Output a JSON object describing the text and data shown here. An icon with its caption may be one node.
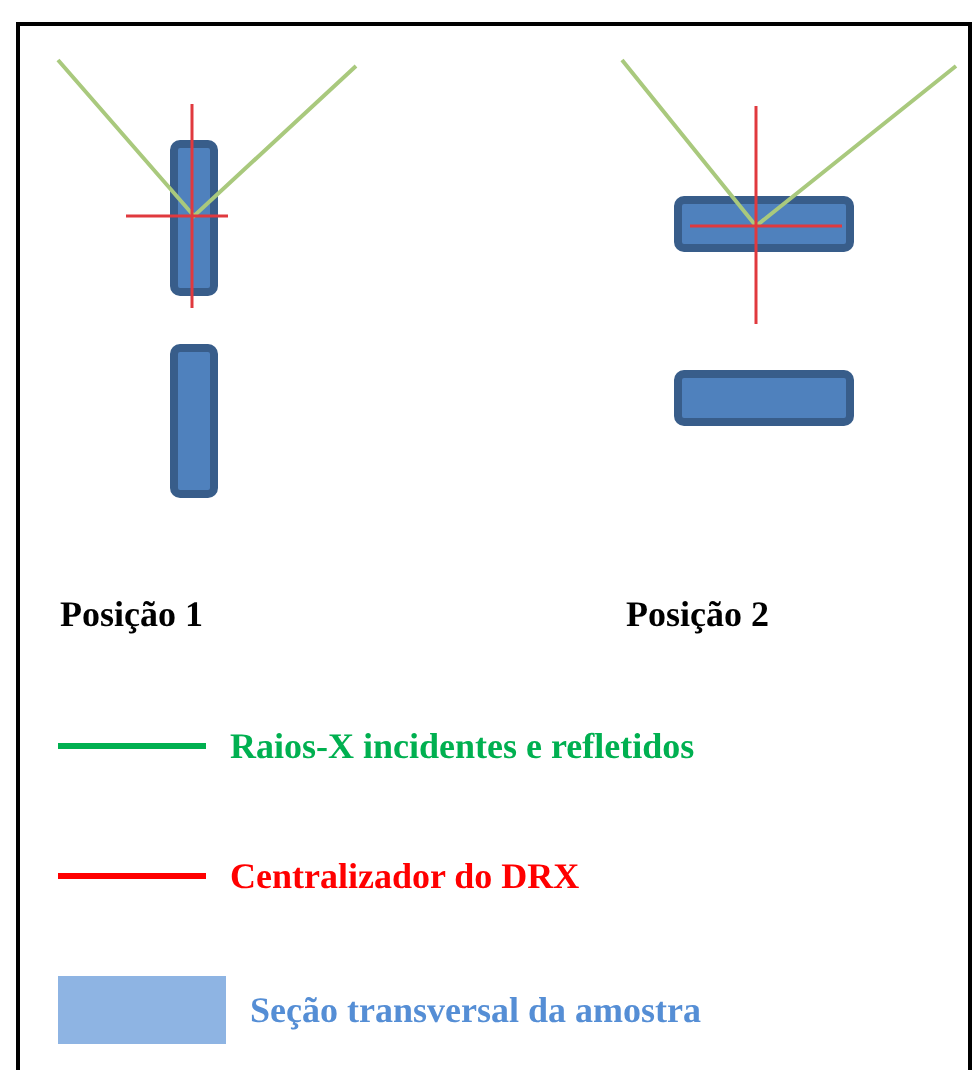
{
  "diagram": {
    "labels": [
      "Posição 1",
      "Posição 2"
    ],
    "legend": [
      {
        "text": "Raios-X incidentes e refletidos"
      },
      {
        "text": "Centralizador do DRX"
      },
      {
        "text": "Seção transversal da amostra",
        "color": "#8eb4e3"
      }
    ]
  }
}
